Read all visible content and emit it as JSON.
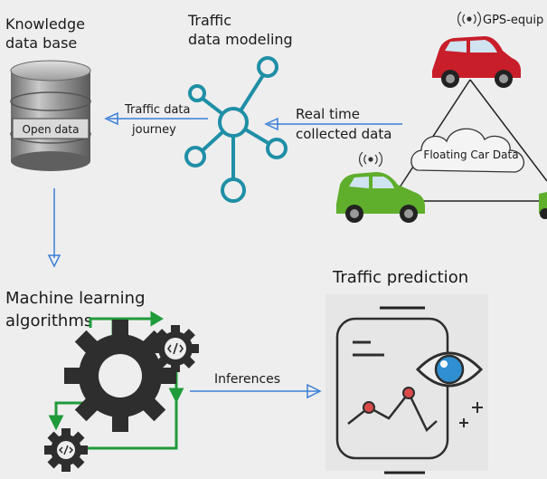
{
  "knowledge_base": {
    "title_line1": "Knowledge",
    "title_line2": "data base",
    "db_label": "Open data"
  },
  "traffic_modeling": {
    "title_line1": "Traffic",
    "title_line2": "data modeling"
  },
  "journey": {
    "line1": "Traffic data",
    "line2": "journey"
  },
  "realtime": {
    "line1": "Real time",
    "line2": "collected data"
  },
  "floating": {
    "gps_label": "GPS-equip",
    "cloud_label": "Floating Car Data"
  },
  "ml": {
    "line1": "Machine learning",
    "line2": "algorithms"
  },
  "inferences_label": "Inferences",
  "prediction": {
    "title": "Traffic prediction"
  },
  "colors": {
    "arrow_blue": "#3a7fd6",
    "network_teal": "#1f8fa6",
    "car_red": "#c81e2a",
    "car_green": "#5fae2c",
    "gear_dark": "#2e2e2e",
    "flow_green": "#1f9b3a",
    "eye_blue": "#2f8fd0",
    "point_red": "#d94a4a"
  }
}
